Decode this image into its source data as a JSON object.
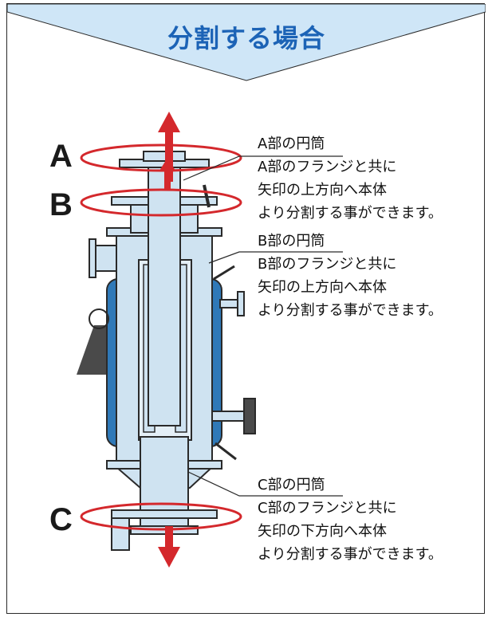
{
  "title": "分割する場合",
  "colors": {
    "banner": "#cfe6f7",
    "title_text": "#1c63b6",
    "shell_fill": "#cfe3f1",
    "jacket_fill": "#2f79b8",
    "outline": "#2a2a2a",
    "ring": "#d4282c",
    "arrow": "#d4282c",
    "support": "#4a4a4a"
  },
  "icons": {
    "up_arrow": "up-arrow-icon",
    "down_arrow": "down-arrow-icon"
  },
  "labels": {
    "a": "A",
    "b": "B",
    "c": "C"
  },
  "descriptions": {
    "a": {
      "line1": "A部の円筒",
      "line2": "A部のフランジと共に",
      "line3": "矢印の上方向へ本体",
      "line4": "より分割する事ができます。"
    },
    "b": {
      "line1": "B部の円筒",
      "line2": "B部のフランジと共に",
      "line3": "矢印の上方向へ本体",
      "line4": "より分割する事ができます。"
    },
    "c": {
      "line1": "C部の円筒",
      "line2": "C部のフランジと共に",
      "line3": "矢印の下方向へ本体",
      "line4": "より分割する事ができます。"
    }
  }
}
